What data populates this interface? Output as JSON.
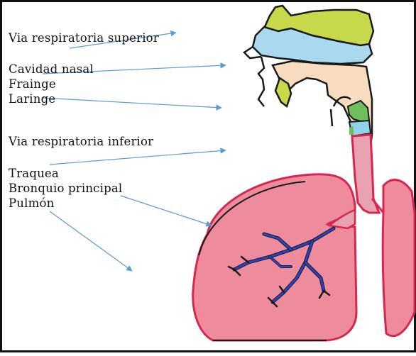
{
  "labels": {
    "upper_airway": "Via respiratoria superior",
    "nasal_cavity": "Cavidad nasal",
    "pharynx": "Frainge",
    "larynx": "Laringe",
    "lower_airway": "Via respiratoria inferior",
    "trachea": "Traquea",
    "main_bronchus": "Bronquio principal",
    "lung": "Pulmón"
  },
  "colors": {
    "frame": "#111111",
    "arrow": "#5b9bd5",
    "head_green": "#c7d84a",
    "nasal_blue": "#a9d9ee",
    "pharynx_beige": "#f7dcc0",
    "larynx_green": "#6cbf5a",
    "larynx_blue": "#8fd3ea",
    "trachea_pink": "#e9a2b2",
    "lung_pink": "#ee8b9c",
    "lung_outline": "#d6274f",
    "bronchi_blue": "#2a43c4"
  }
}
